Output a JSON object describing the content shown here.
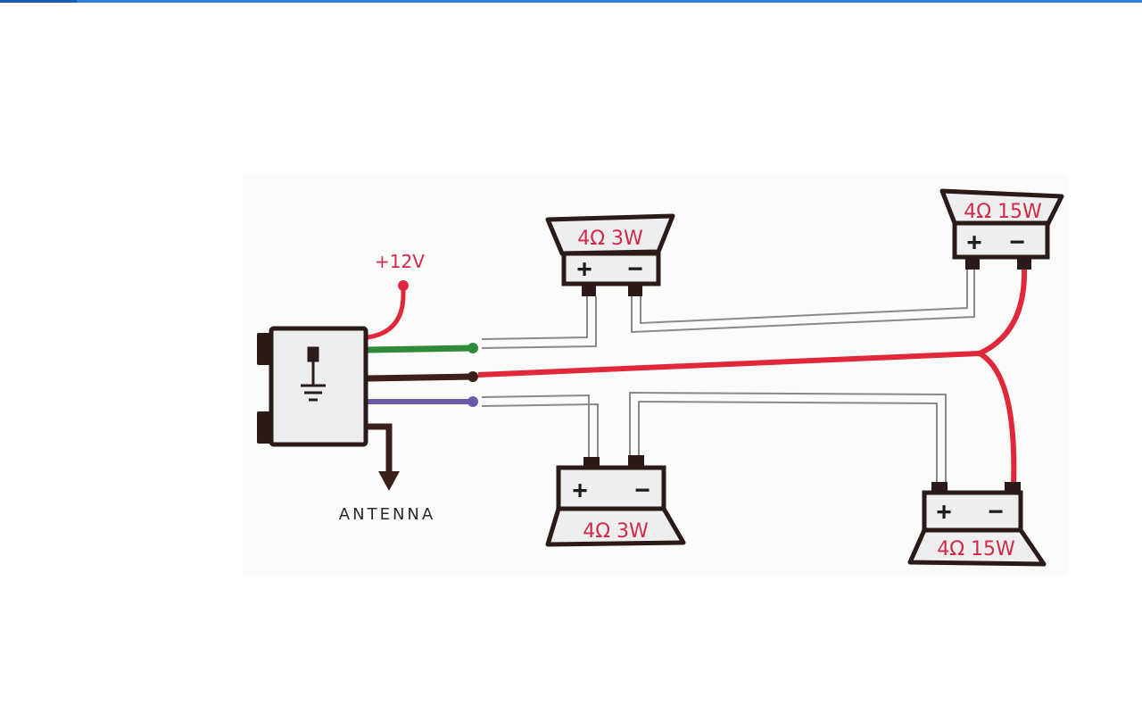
{
  "labels": {
    "power": "+12V",
    "antenna": "ANTENNA"
  },
  "speakers": [
    {
      "id": "top-left",
      "rating": "4Ω 3W"
    },
    {
      "id": "top-right",
      "rating": "4Ω 15W"
    },
    {
      "id": "bottom-left",
      "rating": "4Ω 3W"
    },
    {
      "id": "bottom-right",
      "rating": "4Ω 15W"
    }
  ],
  "terminals": {
    "plus": "+",
    "minus": "−"
  },
  "colors": {
    "wire_power": "#e0283a",
    "wire_green": "#2f8a3a",
    "wire_black": "#3a1f1a",
    "wire_purple": "#6a5aa8",
    "wire_gray": "#8a8a8a",
    "outline": "#2a1a18",
    "speaker_fill": "#eeeeee",
    "label_red": "#d02a4a",
    "accent_bar": "#2f7ddb"
  }
}
